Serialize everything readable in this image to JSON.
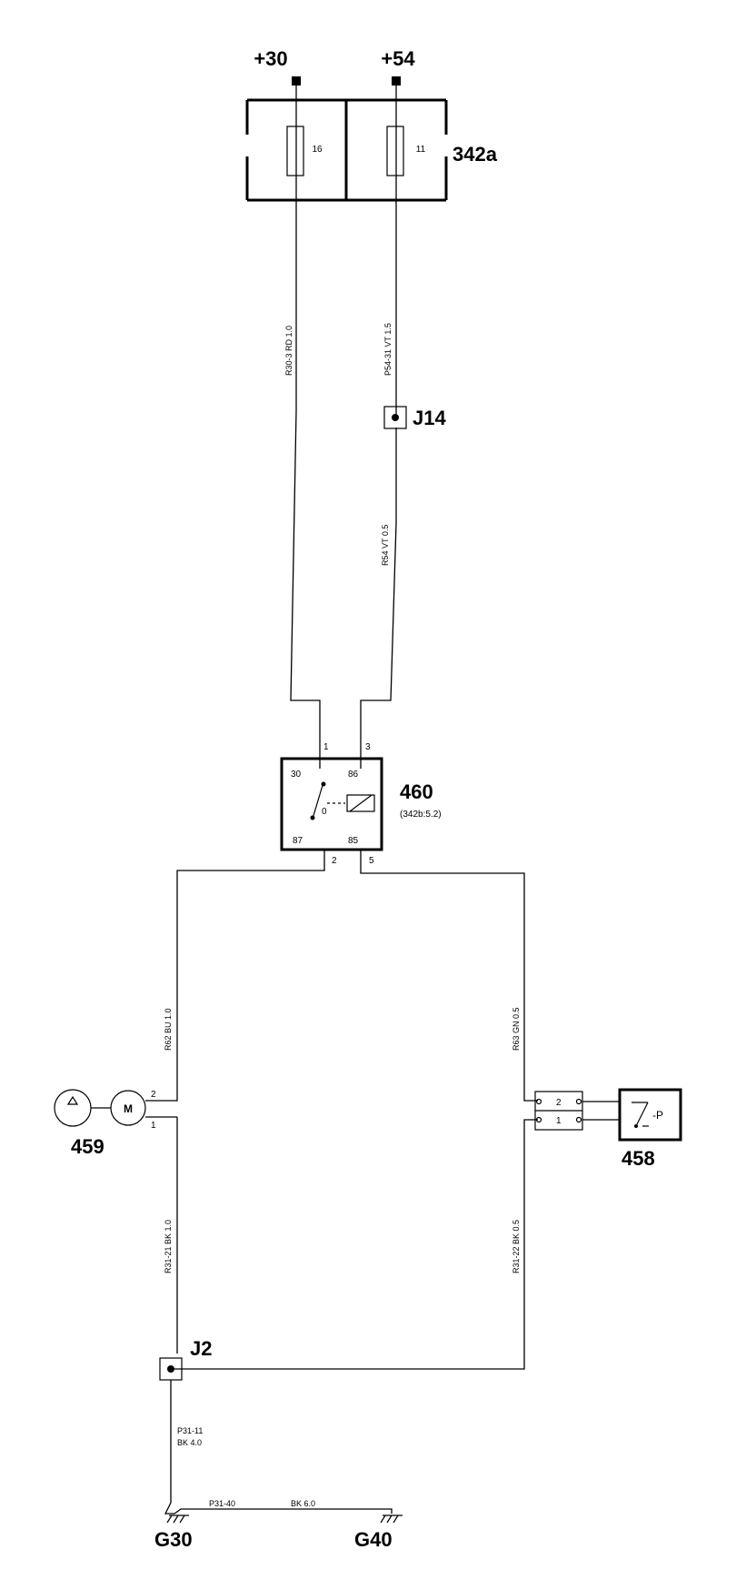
{
  "supply": {
    "term30": "+30",
    "term54": "+54"
  },
  "fuse_box": {
    "id": "342a",
    "fuse_a": "16",
    "fuse_b": "11"
  },
  "wires": {
    "r30_3": "R30-3   RD 1.0",
    "p54_31": "P54-31   VT 1.5",
    "r54": "R54  VT  0.5",
    "r62": "R62  BU  1.0",
    "r63": "R63  GN 0.5",
    "r31_21": "R31-21   BK  1.0",
    "r31_22": "R31-22   BK 0.5",
    "p31_11_a": "P31-11",
    "p31_11_b": "BK  4.0",
    "p31_40": "P31-40",
    "p31_40_color": "BK  6.0"
  },
  "junctions": {
    "j14": "J14",
    "j2": "J2"
  },
  "relay": {
    "id": "460",
    "ref": "(342b:5.2)",
    "t30": "30",
    "t86": "86",
    "t87": "87",
    "t85": "85",
    "t0": "0",
    "pin1": "1",
    "pin3": "3",
    "pin2": "2",
    "pin5": "5"
  },
  "motor": {
    "id": "459",
    "symbol": "M",
    "pin2": "2",
    "pin1": "1"
  },
  "switch": {
    "id": "458",
    "p_label": "-P",
    "pin2": "2",
    "pin1": "1"
  },
  "grounds": {
    "g30": "G30",
    "g40": "G40"
  }
}
